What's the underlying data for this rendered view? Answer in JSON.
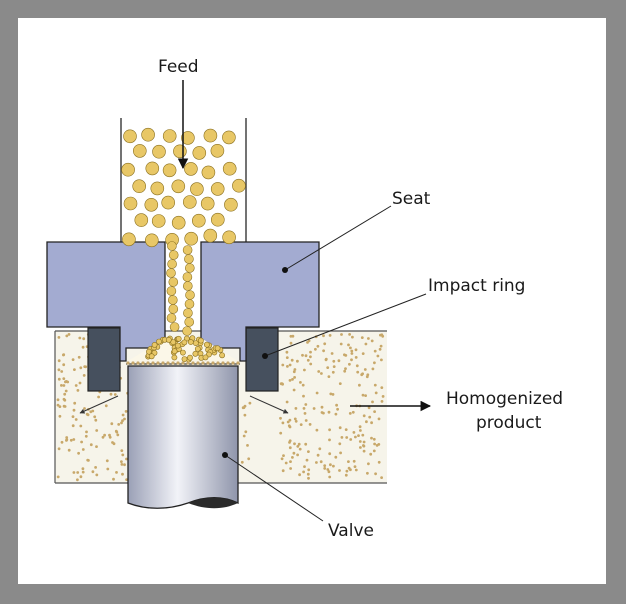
{
  "labels": {
    "feed": "Feed",
    "seat": "Seat",
    "impact_ring": "Impact ring",
    "homogenized_line1": "Homogenized",
    "homogenized_line2": "product",
    "valve": "Valve"
  },
  "colors": {
    "seat": "#a3abd1",
    "impact_ring": "#46505e",
    "particle": "#e8c766",
    "particle_stroke": "#8a7020",
    "fine_particle": "#c8a86a",
    "chamber": "#f6f4ea",
    "valve_light": "#f2f3f8",
    "valve_dark": "#9aa0b6"
  }
}
